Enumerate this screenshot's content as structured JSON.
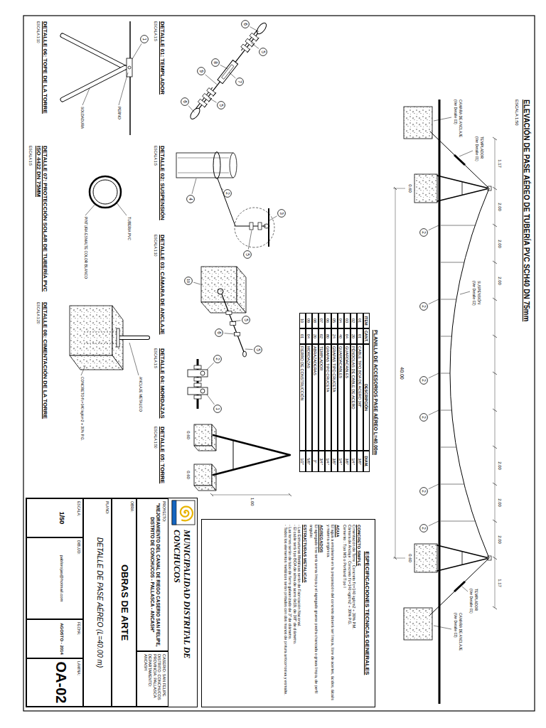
{
  "diagram": {
    "title": "ELEVACIÓN DE PASE AÉREO DE TUBERÍA PVC SCH40 DN 75mm",
    "nodes": [
      {
        "text": [
          "2"
        ]
      },
      {
        "text": [
          "2"
        ]
      },
      {
        "text": [
          "2"
        ]
      },
      {
        "text": [
          "2"
        ]
      },
      {
        "text": [
          "2"
        ]
      },
      {
        "text": [
          "2"
        ]
      },
      {
        "text": [
          "5"
        ]
      },
      {
        "text": [
          "6"
        ]
      },
      {
        "text": [
          "7"
        ]
      },
      {
        "text": [
          "8"
        ]
      },
      {
        "text": [
          "9"
        ]
      },
      {
        "text": [
          "5"
        ]
      },
      {
        "text": [
          "6"
        ]
      },
      {
        "text": [
          "2"
        ]
      },
      {
        "text": [
          "5"
        ]
      },
      {
        "text": [
          "4"
        ]
      },
      {
        "text": [
          "3"
        ]
      },
      {
        "text": [
          "10"
        ]
      },
      {
        "text": [
          "5"
        ]
      },
      {
        "text": [
          "6"
        ]
      },
      {
        "text": [
          "5"
        ]
      },
      {
        "text": [
          "2"
        ]
      },
      {
        "text": [
          "1"
        ]
      },
      {
        "text": [
          "1"
        ]
      },
      {
        "text": [
          "ESPECIFICACIONES TECNICAS GENERALES",
          "CONCRETO SIMPLE",
          "Cimentación de Torre : Concreto f'c=140 kg/cm2 + 30% P.M.",
          "Cámara de Anclaje : Concreto f'c=140 kg/cm2 + 30% P.G.",
          "Cemento : Tipo MS o Portland Tipo I",
          "AGUA",
          "El agua a emplearse en la preparación del concreto deberá ser limpia, libre de aceites, ácidos, álcalis y materia orgánica.",
          "AGREGADOS",
          "El agregado fino será arena limpia y el agregado grueso piedra chancada o grava limpia, de perfil angular.",
          "ESTRUCTURAS METALICAS",
          "- Las Estructuras Metálicas serán de Fabricación Nacional.",
          "- El cable será tipo BOA de alma de acero 6x19, de 3/8\" de diámetro.",
          "- Las torres serán de tubo de fierro galvanizado de 3\" de diámetro.",
          "- Todos los elementos metálicos serán pintados con dos manos de pintura anticorrosiva y esmalte."
        ]
      },
      {
        "text": [
          "MUNICIPALIDAD DISTRITAL DE CONCHUCOS"
        ]
      },
      {
        "text": [
          "PROYECTO:",
          "\"MEJORAMIENTO DEL CANAL DE RIEGO CASERIO SAN FELIPE, DISTRITO DE CONCHUCOS - PALLASCA - ANCASH\""
        ],
        "in": 25
      },
      {
        "text": [
          "CASERIO: SAN FELIPE",
          "DISTRITO: CONCHUCOS",
          "PROVINCIA: PALLASCA",
          "DEPARTAMENTO: ANCASH"
        ],
        "in": 25
      },
      {
        "text": [
          "OBRA:",
          "OBRAS DE ARTE"
        ],
        "in": 25
      },
      {
        "text": [
          "PLANO:",
          "DETALLE DE PASE AÉREO (L=40.00 m)"
        ],
        "in": 25
      },
      {
        "text": [
          "ESCALA:",
          "1/50"
        ],
        "in": 25
      },
      {
        "text": [
          "DIBUJO:",
          "pablorojas@hotmail.com"
        ],
        "in": 25
      },
      {
        "text": [
          "FECHA:",
          "AGOSTO - 2014"
        ],
        "in": 25
      },
      {
        "text": [
          "LAMINA:",
          "OA-02"
        ],
        "in": 25
      }
    ],
    "labels": [
      "ITEM",
      "CANT.",
      "DESCRIPCIÓN",
      "DIAM.",
      "01",
      "01",
      "CABLE TIPO BOA DE ACERO 3/8\"",
      "3/8\"",
      "02",
      "20",
      "PÉNDOLAS DE CABLE DE ACERO",
      "1/4\"",
      "03",
      "04",
      "GUARDACABLES",
      "3/8\"",
      "04",
      "40",
      "GUARDACABLES",
      "1/4\"",
      "05",
      "24",
      "GRAPAS TIPO CRUCETA",
      "3/8\"",
      "06",
      "80",
      "GRAPAS TIPO CRUCETA",
      "1/4\"",
      "07",
      "02",
      "TEMPLADOR",
      "3/4\"",
      "08",
      "20",
      "ABRAZADERAS",
      "3\"",
      "09",
      "04",
      "MORDAZAS",
      "5/8\"",
      "10",
      "01",
      "FIERRO DE CONSTRUCCIÓN",
      "1/2\"",
      "PLANILLA DE ACCESORIOS PASE AÉREO L=40.00m",
      "ESCALA 1:50",
      "1.17",
      "2.00",
      "2.00",
      "2.00",
      "2.00",
      "2.00",
      "2.00",
      "1.17",
      "40.00",
      "CAMARA DE ANCLAJE",
      "(Ver Detalle 03)",
      "TEMPLADOR",
      "(Ver Detalle 01)",
      "SUSPENSIÓN",
      "(Ver Detalle 02)",
      "CAMARA DE ANCLAJE",
      "(Ver Detalle 03)",
      "TEMPLADOR",
      "(Ver Detalle 01)",
      "0.60",
      "0.60",
      "DETALLE 01: TEMPLADOR",
      "ESCALA 1:5",
      "DETALLE 02: SUSPENSIÓN",
      "ESCALA 1:5",
      "DETALLE 03: CÁMARA DE ANCLAJE",
      "ESCALA 1:10",
      "DETALLE 04: MORDAZAS",
      "ESCALA 1:5",
      "DETALLE 05: TORRE",
      "ESCALA 1:50",
      "DETALLE 06: TOPE DE LA TORRE",
      "ESCALA 1:10",
      "DETALLE 07: PROTECCIÓN SOLAR DE TUBERÍA PVC ISO 4422 DN 75MM",
      "ESCALA 1:5",
      "DETALLE 08: CIMENTACIÓN DE LA TORRE",
      "ESCALA 1:20",
      "TUBERIA PVC",
      "PINTURA ESMALTE COLOR BLANCO",
      "PERNO",
      "SOLDADURA",
      "ANCLAJE METALICO",
      "CONCRETO f'c=140 kg/cm2 + 30% P.G.",
      "1.00",
      "0.60",
      "0.60"
    ]
  }
}
